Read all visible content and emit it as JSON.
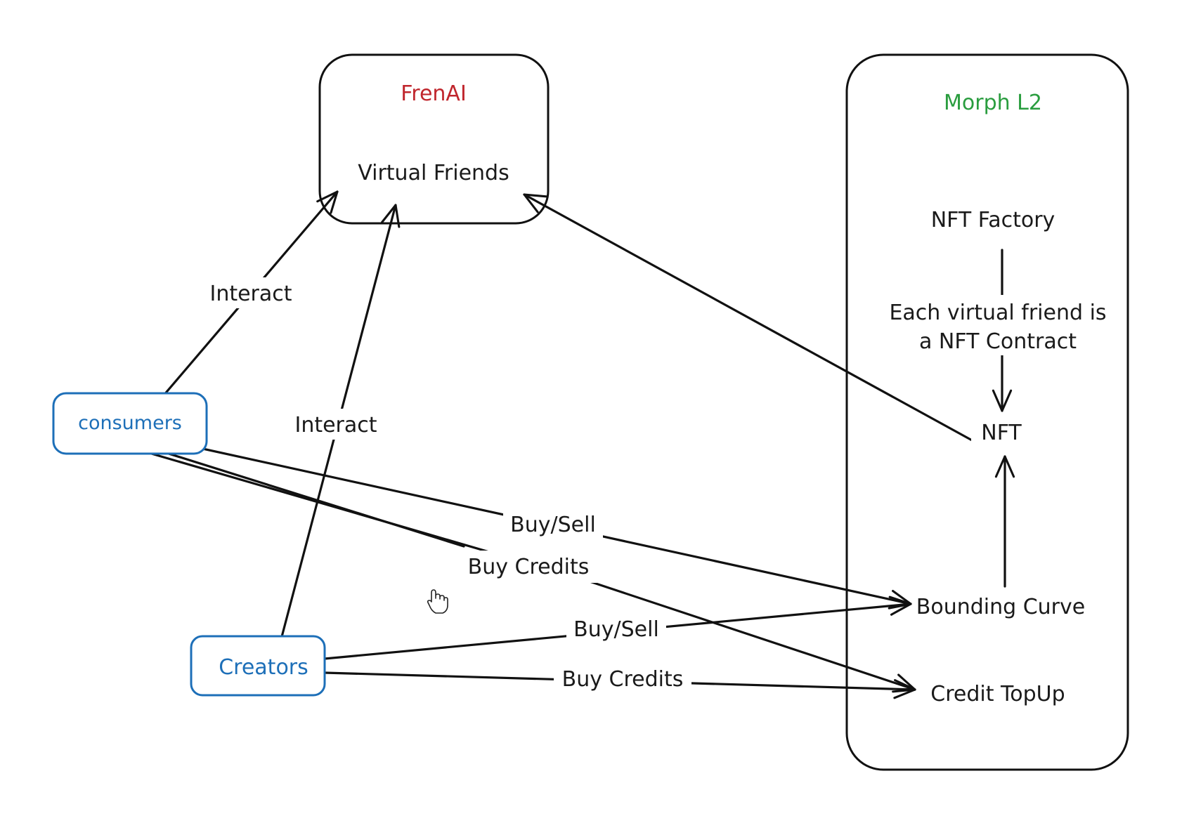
{
  "colors": {
    "frenai": "#c0262d",
    "morph": "#2a9d3f",
    "actor": "#1d6fb8",
    "stroke": "#111111"
  },
  "nodes": {
    "frenai_title": "FrenAI",
    "virtual_friends": "Virtual Friends",
    "morph_title": "Morph L2",
    "nft_factory": "NFT Factory",
    "each_line1": "Each virtual friend is",
    "each_line2": "a NFT Contract",
    "nft": "NFT",
    "bounding_curve": "Bounding Curve",
    "credit_topup": "Credit TopUp",
    "consumers": "consumers",
    "creators": "Creators"
  },
  "edges": {
    "consumers_interact": "Interact",
    "creators_interact": "Interact",
    "consumers_buysell": "Buy/Sell",
    "consumers_buycredits": "Buy Credits",
    "creators_buysell": "Buy/Sell",
    "creators_buycredits": "Buy Credits"
  }
}
